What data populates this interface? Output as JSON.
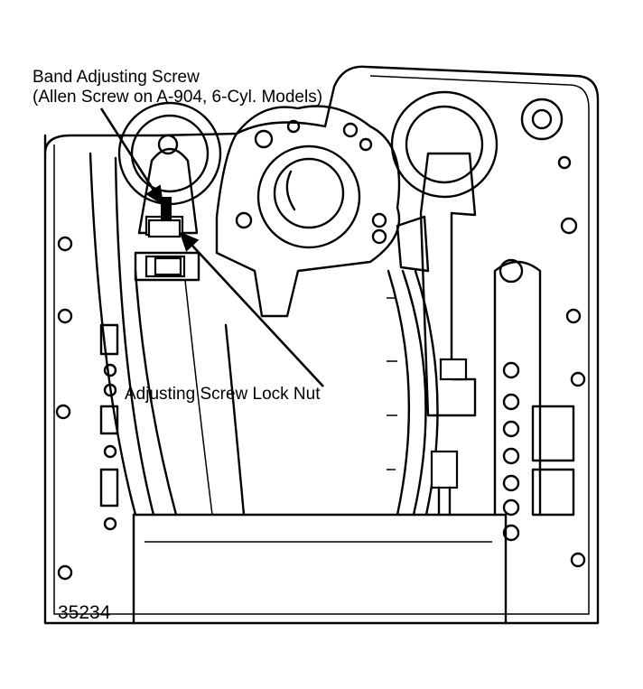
{
  "labels": {
    "band_adjusting_screw": "Band Adjusting Screw",
    "allen_screw_note": "(Allen Screw on A-904, 6-Cyl. Models)",
    "lock_nut": "Adjusting Screw Lock Nut"
  },
  "figure_number": "35234"
}
